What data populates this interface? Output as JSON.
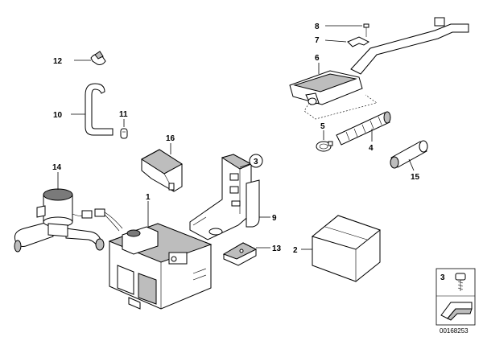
{
  "callouts": {
    "c1": "1",
    "c2": "2",
    "c3": "3",
    "c4": "4",
    "c5": "5",
    "c6": "6",
    "c7": "7",
    "c8": "8",
    "c9": "9",
    "c10": "10",
    "c11": "11",
    "c12": "12",
    "c13": "13",
    "c14": "14",
    "c15": "15",
    "c16": "16"
  },
  "legend_box": {
    "number": "3"
  },
  "doc_number": "00168253",
  "colors": {
    "line": "#000000",
    "shade": "#bdbdbd",
    "background": "#ffffff"
  }
}
